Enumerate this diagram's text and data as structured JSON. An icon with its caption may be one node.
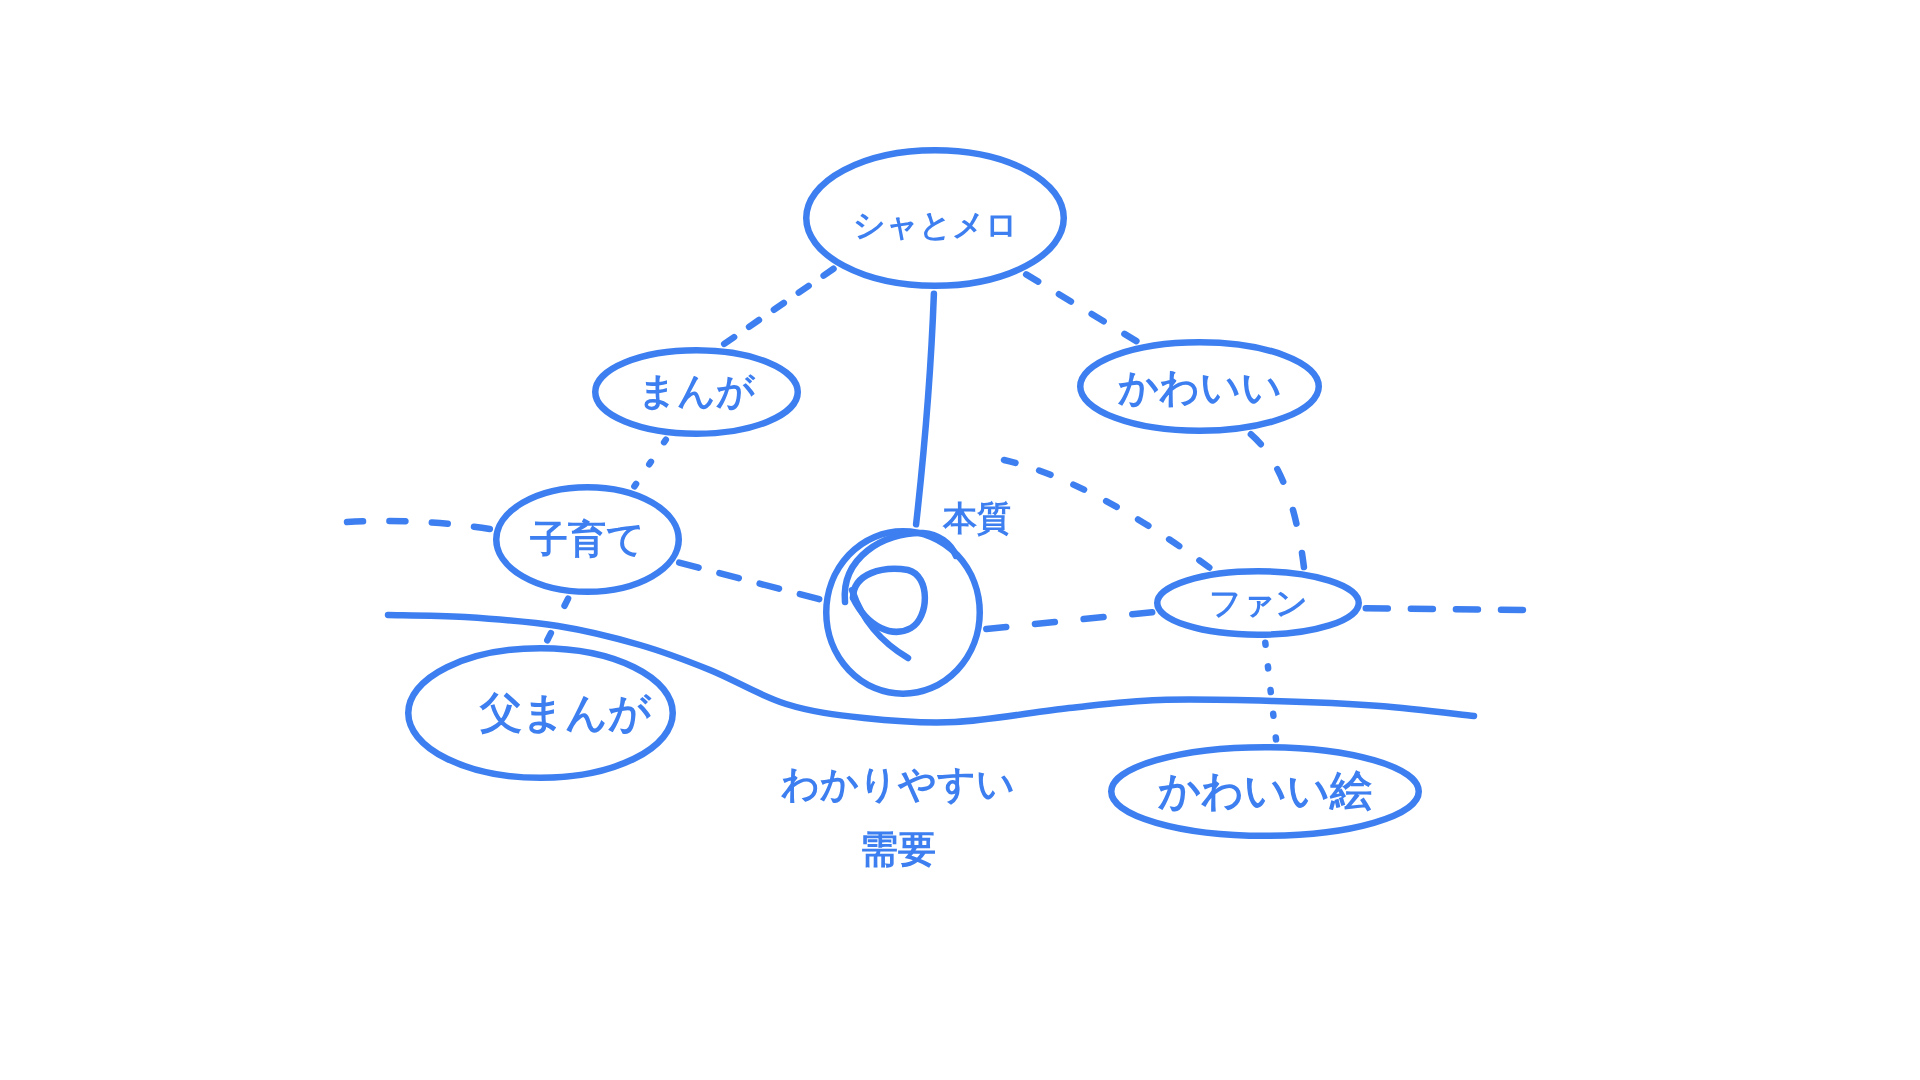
{
  "diagram": {
    "nodes": [
      {
        "text": [
          "シャとメロ"
        ]
      },
      {
        "text": [
          "まんが"
        ]
      },
      {
        "text": [
          "かわいい"
        ]
      },
      {
        "text": [
          "子育て"
        ]
      },
      {
        "text": [],
        "shape": "circle",
        "beside": [
          "本質"
        ]
      },
      {
        "text": [
          "ファン"
        ]
      },
      {
        "text": [
          "父まんが"
        ]
      },
      {
        "text": [
          "かわいい絵"
        ]
      }
    ],
    "edges": [
      {
        "from": 0,
        "to": 1,
        "arrow": "none",
        "style": "dashed"
      },
      {
        "from": 0,
        "to": 4,
        "arrow": "none"
      },
      {
        "from": 0,
        "to": 2,
        "arrow": "none",
        "style": "dashed"
      },
      {
        "from": 1,
        "to": 3,
        "arrow": "none",
        "style": "dashed"
      },
      {
        "from": null,
        "to": 3,
        "arrow": "none",
        "style": "dashed"
      },
      {
        "from": 3,
        "to": 4,
        "arrow": "none",
        "style": "dashed"
      },
      {
        "from": 3,
        "to": 6,
        "arrow": "none",
        "style": "dashed"
      },
      {
        "from": null,
        "to": 5,
        "arrow": "none",
        "style": "dashed"
      },
      {
        "from": 2,
        "to": 5,
        "arrow": "none",
        "style": "dashed"
      },
      {
        "from": 4,
        "to": 5,
        "arrow": "none",
        "style": "dashed"
      },
      {
        "from": 5,
        "to": null,
        "arrow": "none",
        "style": "dashed"
      },
      {
        "from": 5,
        "to": 7,
        "arrow": "none",
        "style": "dashed"
      }
    ],
    "labels": [
      "わかりやすい需要"
    ]
  }
}
